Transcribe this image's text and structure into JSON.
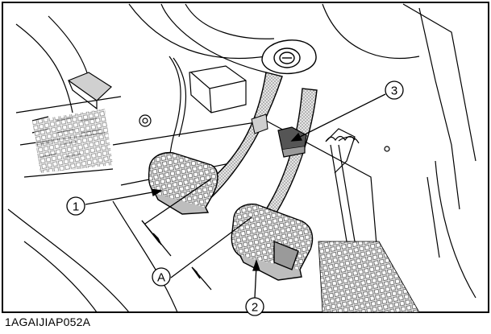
{
  "figure": {
    "code": "1AGAIJIAP052A",
    "callouts": [
      {
        "id": "1",
        "label": "1"
      },
      {
        "id": "2",
        "label": "2"
      },
      {
        "id": "3",
        "label": "3"
      }
    ],
    "dimension": {
      "label": "A"
    }
  },
  "colors": {
    "line": "#000000",
    "background": "#ffffff",
    "pad_fill": "#d8d8d8",
    "arm_fill": "#bdbdbd",
    "border": "#000000"
  }
}
